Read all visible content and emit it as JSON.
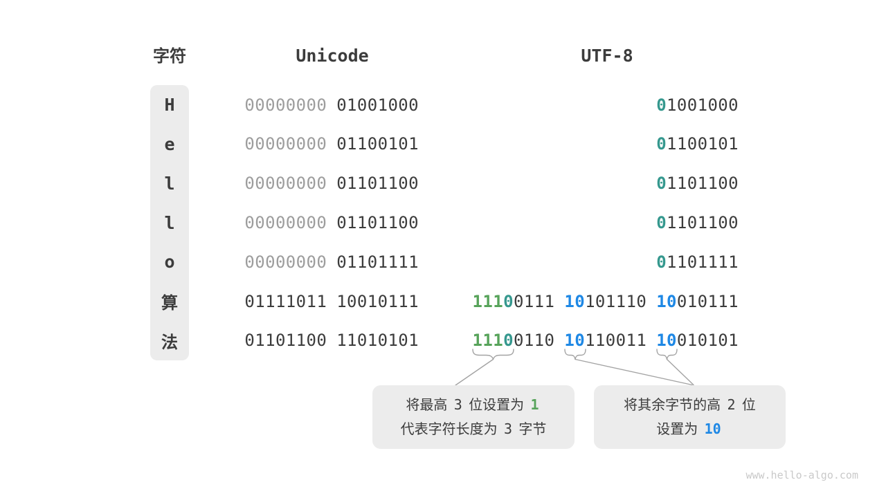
{
  "header": {
    "char": "字符",
    "unicode": "Unicode",
    "utf8": "UTF-8"
  },
  "rows": [
    {
      "char": "H",
      "unicode": [
        [
          [
            "00000000",
            "gray"
          ]
        ],
        [
          [
            "01001000",
            "dark"
          ]
        ]
      ],
      "utf8": [
        [
          [
            "0",
            "teal"
          ],
          [
            "1001000",
            "dark"
          ]
        ]
      ]
    },
    {
      "char": "e",
      "unicode": [
        [
          [
            "00000000",
            "gray"
          ]
        ],
        [
          [
            "01100101",
            "dark"
          ]
        ]
      ],
      "utf8": [
        [
          [
            "0",
            "teal"
          ],
          [
            "1100101",
            "dark"
          ]
        ]
      ]
    },
    {
      "char": "l",
      "unicode": [
        [
          [
            "00000000",
            "gray"
          ]
        ],
        [
          [
            "01101100",
            "dark"
          ]
        ]
      ],
      "utf8": [
        [
          [
            "0",
            "teal"
          ],
          [
            "1101100",
            "dark"
          ]
        ]
      ]
    },
    {
      "char": "l",
      "unicode": [
        [
          [
            "00000000",
            "gray"
          ]
        ],
        [
          [
            "01101100",
            "dark"
          ]
        ]
      ],
      "utf8": [
        [
          [
            "0",
            "teal"
          ],
          [
            "1101100",
            "dark"
          ]
        ]
      ]
    },
    {
      "char": "o",
      "unicode": [
        [
          [
            "00000000",
            "gray"
          ]
        ],
        [
          [
            "01101111",
            "dark"
          ]
        ]
      ],
      "utf8": [
        [
          [
            "0",
            "teal"
          ],
          [
            "1101111",
            "dark"
          ]
        ]
      ]
    },
    {
      "char": "算",
      "unicode": [
        [
          [
            "01111011",
            "dark"
          ]
        ],
        [
          [
            "10010111",
            "dark"
          ]
        ]
      ],
      "utf8": [
        [
          [
            "111",
            "green"
          ],
          [
            "0",
            "teal"
          ],
          [
            "0111",
            "dark"
          ]
        ],
        [
          [
            "10",
            "blue"
          ],
          [
            "101110",
            "dark"
          ]
        ],
        [
          [
            "10",
            "blue"
          ],
          [
            "010111",
            "dark"
          ]
        ]
      ]
    },
    {
      "char": "法",
      "unicode": [
        [
          [
            "01101100",
            "dark"
          ]
        ],
        [
          [
            "11010101",
            "dark"
          ]
        ]
      ],
      "utf8": [
        [
          [
            "111",
            "green"
          ],
          [
            "0",
            "teal"
          ],
          [
            "0110",
            "dark"
          ]
        ],
        [
          [
            "10",
            "blue"
          ],
          [
            "110011",
            "dark"
          ]
        ],
        [
          [
            "10",
            "blue"
          ],
          [
            "010101",
            "dark"
          ]
        ]
      ]
    }
  ],
  "callouts": {
    "left": {
      "lines": [
        [
          [
            "将最高 ",
            "cjk"
          ],
          [
            "3",
            "num"
          ],
          [
            " 位设置为 ",
            "cjk"
          ],
          [
            "1",
            "green-b"
          ]
        ],
        [
          [
            "代表字符长度为 ",
            "cjk"
          ],
          [
            "3",
            "num"
          ],
          [
            " 字节",
            "cjk"
          ]
        ]
      ]
    },
    "right": {
      "lines": [
        [
          [
            "将其余字节的高 ",
            "cjk"
          ],
          [
            "2",
            "num"
          ],
          [
            " 位",
            "cjk"
          ]
        ],
        [
          [
            "设置为 ",
            "cjk"
          ],
          [
            "10",
            "blue-b"
          ]
        ]
      ]
    }
  },
  "watermark": "www.hello-algo.com",
  "colors": {
    "dark": "#3c3c3c",
    "gray": "#9d9d9d",
    "green": "#57a35a",
    "teal": "#35988e",
    "blue": "#1e88e5",
    "panel_bg": "#ececec",
    "connector": "#a3a3a3",
    "watermark_text": "#c9c9c9"
  }
}
